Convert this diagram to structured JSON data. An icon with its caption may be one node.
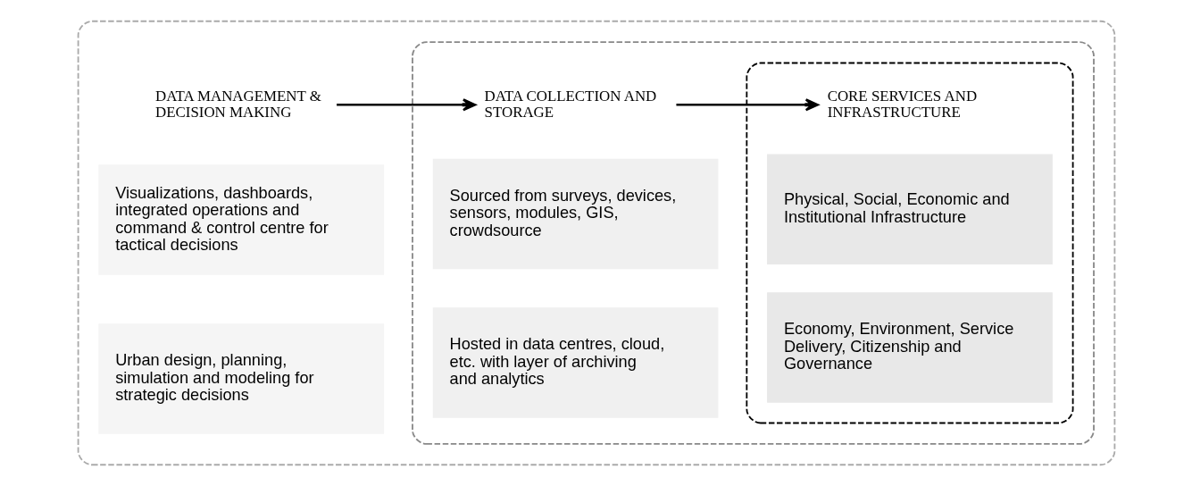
{
  "diagram": {
    "nodes": [
      {
        "text": [],
        "shape": "box"
      },
      {
        "text": [
          "DATA MANAGEMENT & DECISION MAKING"
        ],
        "in": 0
      },
      {
        "text": [
          "Visualizations, dashboards, integrated operations and command & control centre for tactical decisions"
        ],
        "in": 0
      },
      {
        "text": [
          "Urban design, planning, simulation and modeling for strategic decisions"
        ],
        "in": 0
      },
      {
        "text": [],
        "shape": "box",
        "in": 0
      },
      {
        "text": [
          "DATA COLLECTION AND STORAGE"
        ],
        "in": 4
      },
      {
        "text": [
          "Sourced from surveys, devices, sensors, modules, GIS, crowdsource"
        ],
        "in": 4
      },
      {
        "text": [
          "Hosted in data centres, cloud, etc. with layer of archiving and analytics"
        ],
        "in": 4
      },
      {
        "text": [],
        "shape": "box",
        "in": 4
      },
      {
        "text": [
          "CORE SERVICES AND INFRASTRUCTURE"
        ],
        "in": 8
      },
      {
        "text": [
          "Physical, Social, Economic and Institutional Infrastructure"
        ],
        "in": 8
      },
      {
        "text": [
          "Economy, Environment, Service Delivery, Citizenship and Governance"
        ],
        "in": 8
      }
    ],
    "edges": [
      {
        "from": 1,
        "to": 5,
        "arrow": "to"
      },
      {
        "from": 5,
        "to": 9,
        "arrow": "to"
      }
    ]
  }
}
